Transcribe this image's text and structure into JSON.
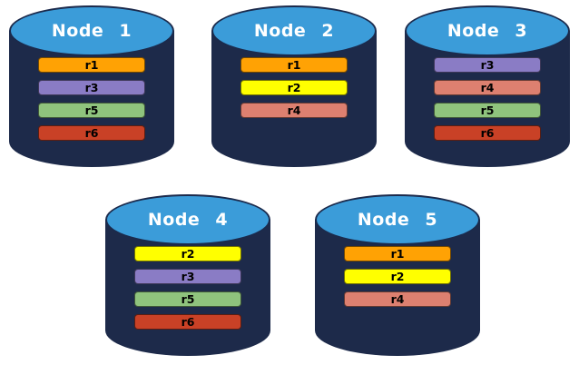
{
  "background": "#FFFFFF",
  "colors": {
    "cylinder_body": "#1D2A4A",
    "cylinder_top": "#3B9CD9",
    "cylinder_outline": "#1B2A4C",
    "title_text": "#FFFFFF",
    "bar_text": "#000000"
  },
  "replica_colors": {
    "r1": "#FFA204",
    "r2": "#FFFF00",
    "r3": "#8A7CC5",
    "r4": "#DD8070",
    "r5": "#8FC37D",
    "r6": "#C94126"
  },
  "nodes": [
    {
      "label": "Node 1",
      "replicas": [
        "r1",
        "r3",
        "r5",
        "r6"
      ]
    },
    {
      "label": "Node 2",
      "replicas": [
        "r1",
        "r2",
        "r4"
      ]
    },
    {
      "label": "Node 3",
      "replicas": [
        "r3",
        "r4",
        "r5",
        "r6"
      ]
    },
    {
      "label": "Node 4",
      "replicas": [
        "r2",
        "r3",
        "r5",
        "r6"
      ]
    },
    {
      "label": "Node 5",
      "replicas": [
        "r1",
        "r2",
        "r4"
      ]
    }
  ]
}
